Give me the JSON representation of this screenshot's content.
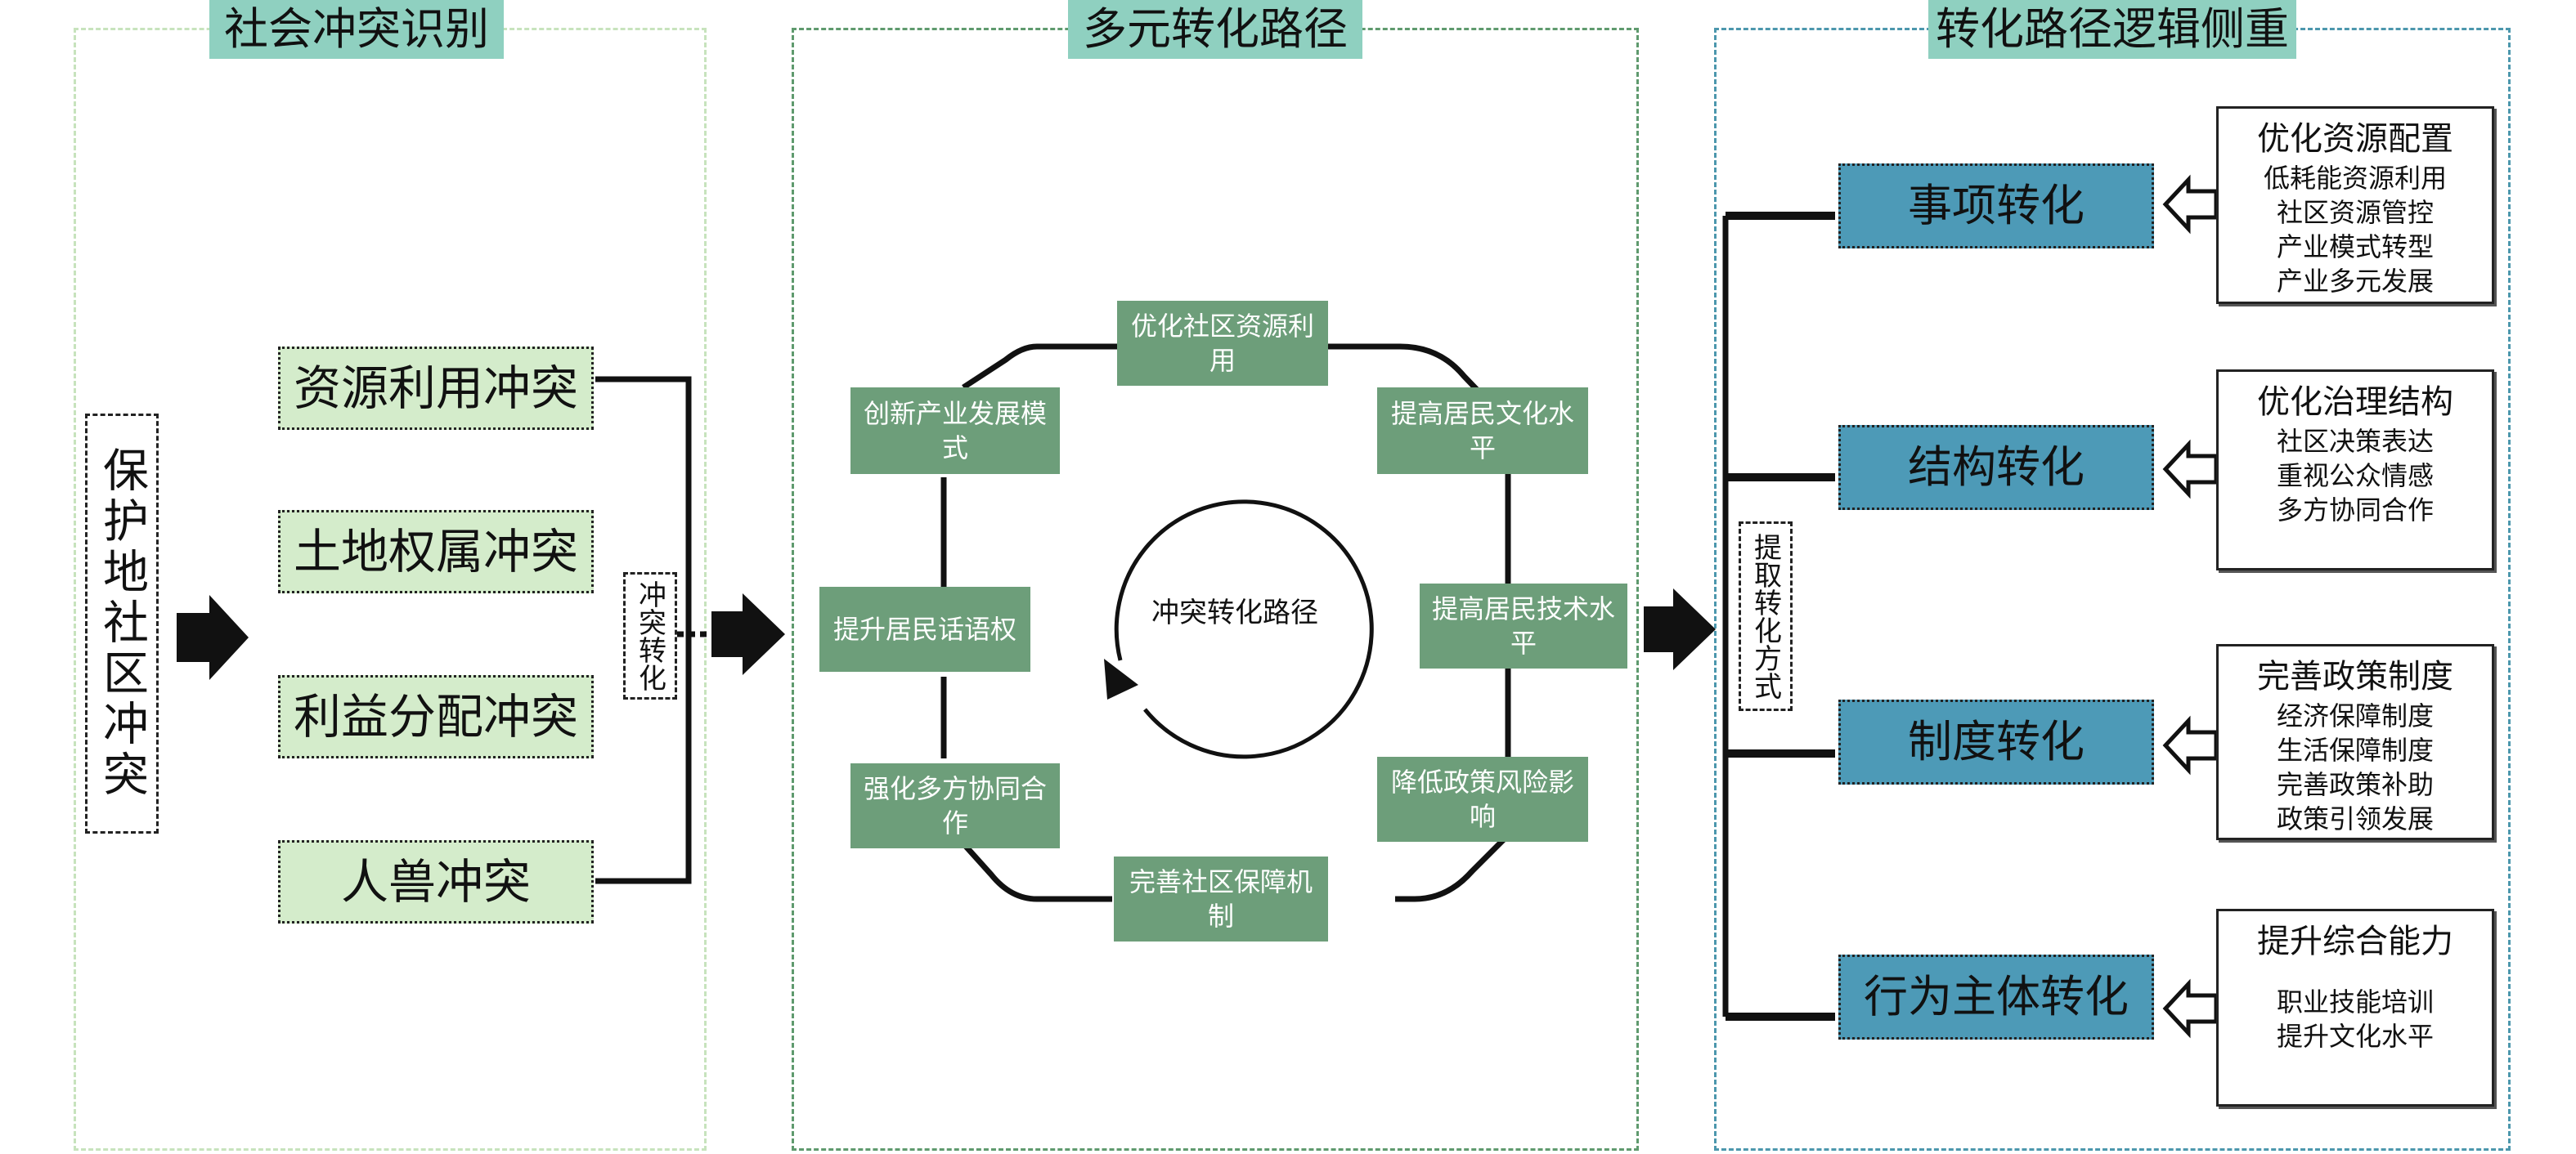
{
  "sections": {
    "identify": "社会冲突识别",
    "paths": "多元转化路径",
    "logic": "转化路径逻辑侧重"
  },
  "left": {
    "main_label": "保护地社区冲突",
    "conflicts": [
      "资源利用冲突",
      "土地权属冲突",
      "利益分配冲突",
      "人兽冲突"
    ],
    "transform_label": "冲突转化"
  },
  "middle": {
    "center_label": "冲突转化路径",
    "nodes": {
      "top": "优化社区资源利用",
      "top_right": "提高居民文化水平",
      "right": "提高居民技术水平",
      "bottom_right": "降低政策风险影响",
      "bottom": "完善社区保障机制",
      "bottom_left": "强化多方协同合作",
      "left": "提升居民话语权",
      "top_left": "创新产业发展模式"
    }
  },
  "right": {
    "extract_label": "提取转化方式",
    "groups": [
      {
        "name": "事项转化",
        "title": "优化资源配置",
        "items": [
          "低耗能资源利用",
          "社区资源管控",
          "产业模式转型",
          "产业多元发展"
        ]
      },
      {
        "name": "结构转化",
        "title": "优化治理结构",
        "items": [
          "社区决策表达",
          "重视公众情感",
          "多方协同合作"
        ]
      },
      {
        "name": "制度转化",
        "title": "完善政策制度",
        "items": [
          "经济保障制度",
          "生活保障制度",
          "完善政策补助",
          "政策引领发展"
        ]
      },
      {
        "name": "行为主体转化",
        "title": "提升综合能力",
        "items": [
          "职业技能培训",
          "提升文化水平"
        ]
      }
    ]
  },
  "colors": {
    "conflict_fill": "#d4eccb",
    "node_fill": "#6d9e7a",
    "transform_fill": "#4d9ab7",
    "title_fill": "#8fd0c0"
  }
}
